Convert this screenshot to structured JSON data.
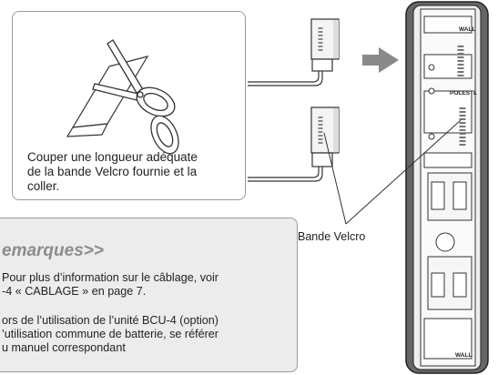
{
  "illustration_box": {
    "caption_line1": "Couper une longueur adéquate",
    "caption_line2": "de la bande Velcro fournie et la",
    "caption_line3": "coller."
  },
  "callout_label": "Bande Velcro",
  "device_labels": {
    "top": "WALL",
    "middle": "POLESTL",
    "bottom": "WALL"
  },
  "remarks": {
    "title": "emarques>>",
    "note1_line1": "Pour plus d’information sur le câblage, voir",
    "note1_line2": "-4 « CABLAGE » en page 7.",
    "note2_line1": "ors de l’utilisation de l’unité BCU-4 (option)",
    "note2_line2": "’utilisation commune de batterie, se référer",
    "note2_line3": "u manuel correspondant"
  }
}
